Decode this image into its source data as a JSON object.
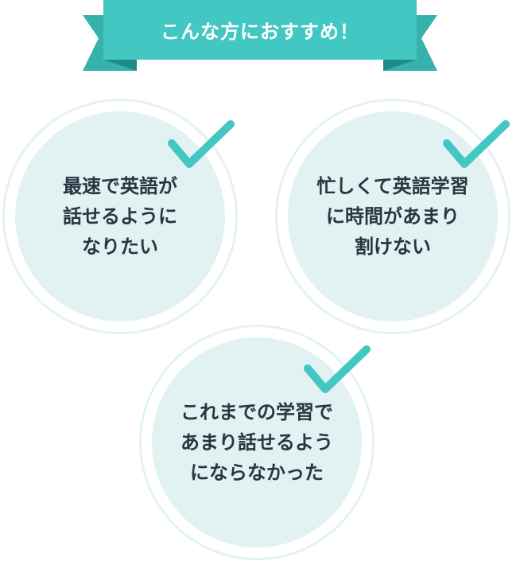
{
  "banner": {
    "title": "こんな方におすすめ！"
  },
  "colors": {
    "ribbon_front": "#43c7c2",
    "ribbon_tail": "#36b2ad",
    "ribbon_fold": "#1e8b87",
    "circle_fill": "#e2f2f2",
    "circle_ring": "#e3f3f2",
    "check": "#43c7c2",
    "text": "#2b3542"
  },
  "icons": {
    "check": "check-icon"
  },
  "items": [
    {
      "lines": [
        "最速で英語が",
        "話せるように",
        "なりたい"
      ]
    },
    {
      "lines": [
        "忙しくて英語学習",
        "に時間があまり",
        "割けない"
      ]
    },
    {
      "lines": [
        "これまでの学習で",
        "あまり話せるよう",
        "にならなかった"
      ]
    }
  ]
}
